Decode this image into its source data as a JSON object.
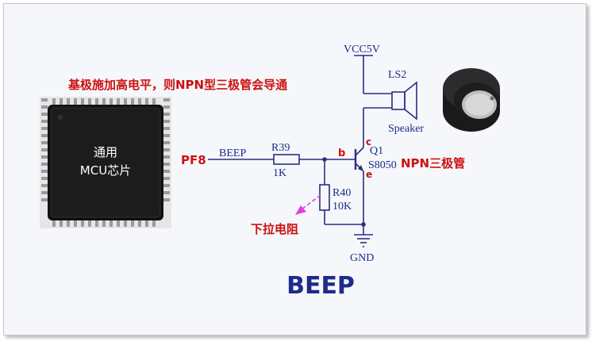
{
  "texts": {
    "vcc": "VCC5V",
    "ls2": "LS2",
    "speaker": "Speaker",
    "annotation_top": "基极施加高电平，则NPN型三极管会导通",
    "chip_line1": "通用",
    "chip_line2": "MCU芯片",
    "pf8": "PF8",
    "beep_net": "BEEP",
    "r39": "R39",
    "r39_val": "1K",
    "node_b": "b",
    "node_c": "c",
    "node_e": "e",
    "q1": "Q1",
    "q1_part": "S8050",
    "npn_label": "NPN三极管",
    "r40": "R40",
    "r40_val": "10K",
    "pulldown_label": "下拉电阻",
    "gnd": "GND",
    "title": "BEEP"
  },
  "colors": {
    "wire": "#2b2d82",
    "annotation": "#cc1111",
    "title": "#1f2a8f",
    "dashed_arrow": "#e040e0"
  },
  "icons": [
    "mcu-chip-icon",
    "speaker-icon",
    "buzzer-photo-icon",
    "ground-icon",
    "npn-transistor-icon",
    "resistor-icon"
  ]
}
